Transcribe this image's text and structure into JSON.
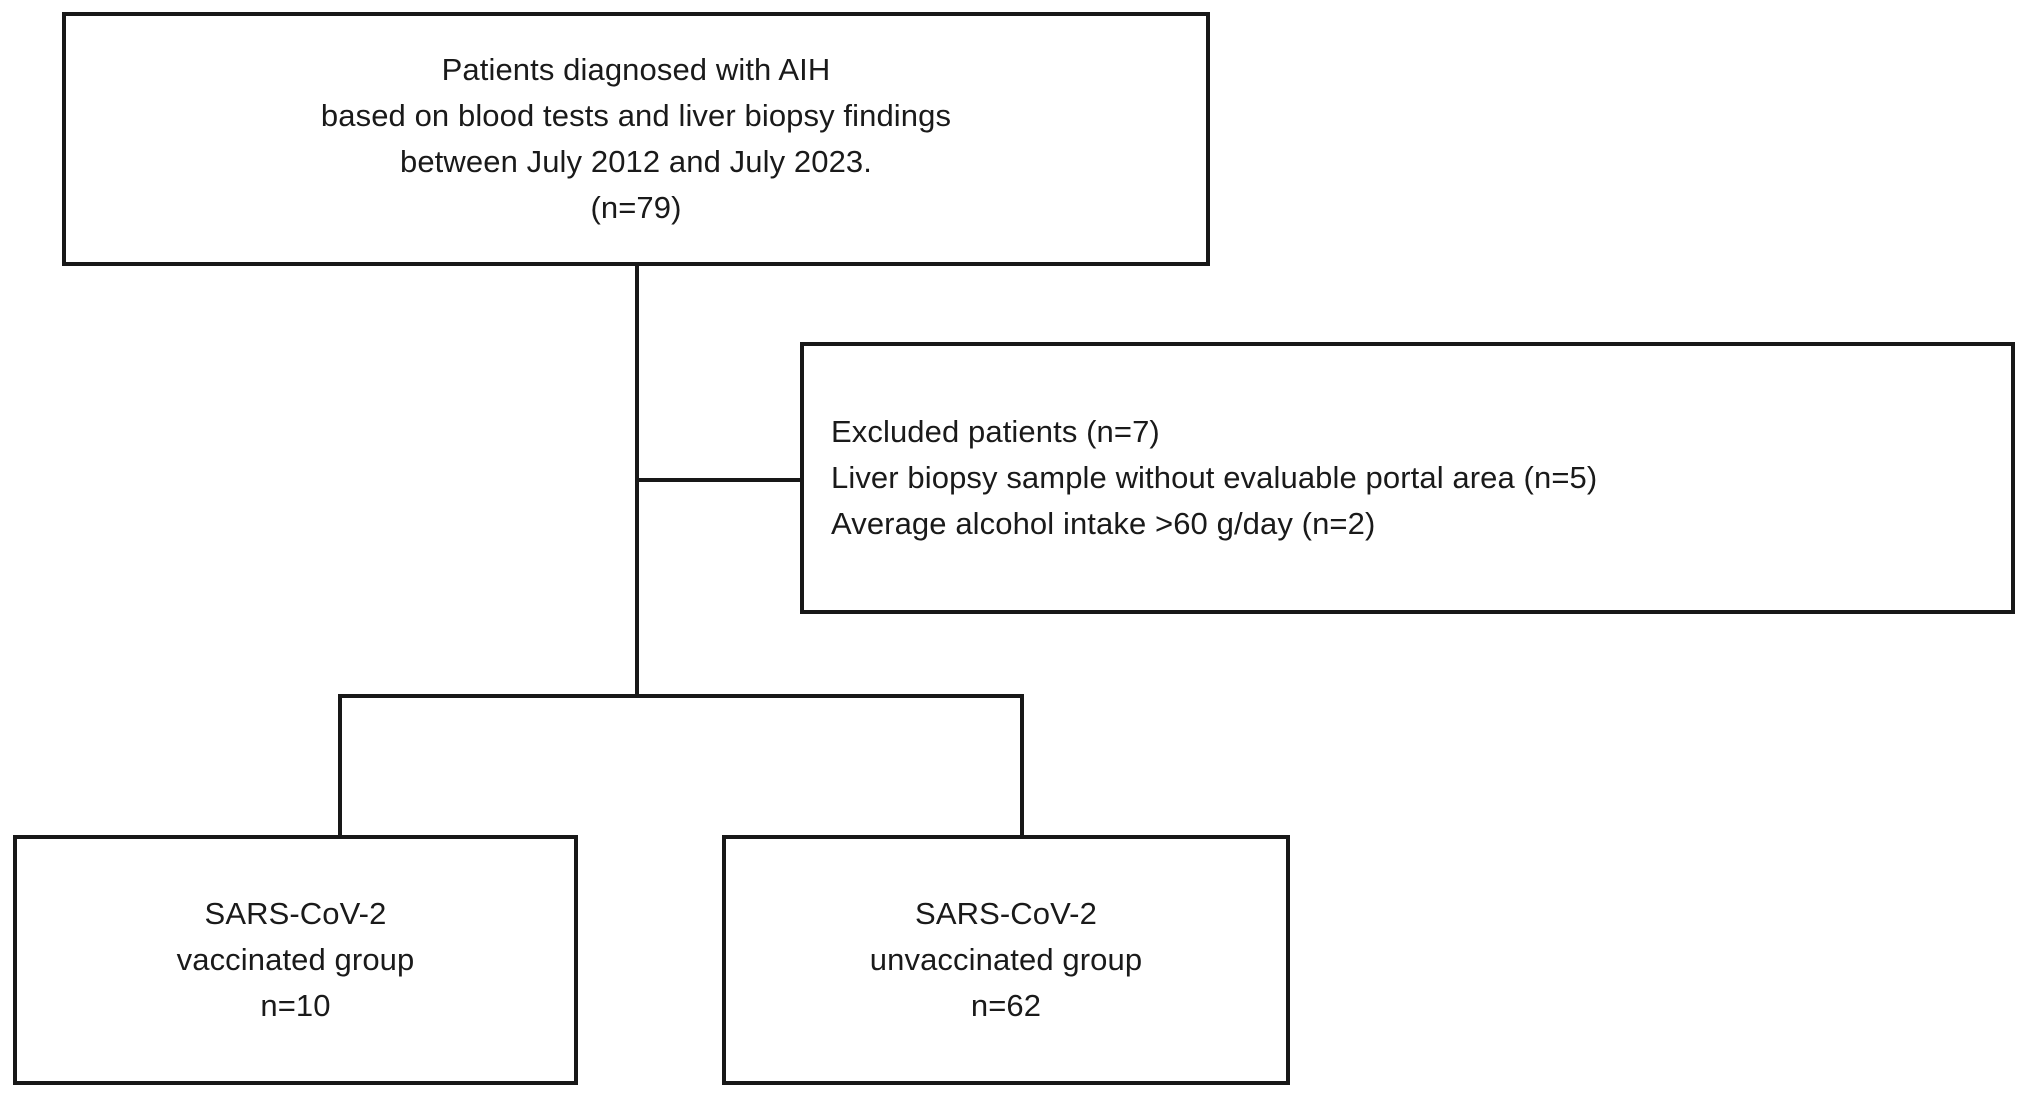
{
  "figure": {
    "type": "study-flow-diagram",
    "background_color": "#ffffff",
    "line_color": "#181818",
    "text_color": "#1a1a1a"
  },
  "nodes": {
    "source": {
      "name": "source-cohort-box",
      "lines": [
        "Patients diagnosed with AIH",
        "based on blood tests and liver biopsy findings",
        "between July 2012 and July 2023.",
        "(n=79)"
      ],
      "count": 79
    },
    "excluded": {
      "name": "excluded-patients-box",
      "lines": [
        "Excluded patients (n=7)",
        "Liver biopsy sample without evaluable portal area (n=5)",
        "Average alcohol intake >60 g/day (n=2)"
      ],
      "total_excluded": 7,
      "reasons": [
        {
          "reason": "Liver biopsy sample without evaluable portal area",
          "count": 5
        },
        {
          "reason": "Average alcohol intake >60 g/day",
          "count": 2
        }
      ]
    },
    "vaccinated": {
      "name": "vaccinated-group-box",
      "lines": [
        "SARS-CoV-2",
        "vaccinated group",
        "n=10"
      ],
      "count": 10
    },
    "unvaccinated": {
      "name": "unvaccinated-group-box",
      "lines": [
        "SARS-CoV-2",
        "unvaccinated group",
        "n=62"
      ],
      "count": 62
    }
  }
}
